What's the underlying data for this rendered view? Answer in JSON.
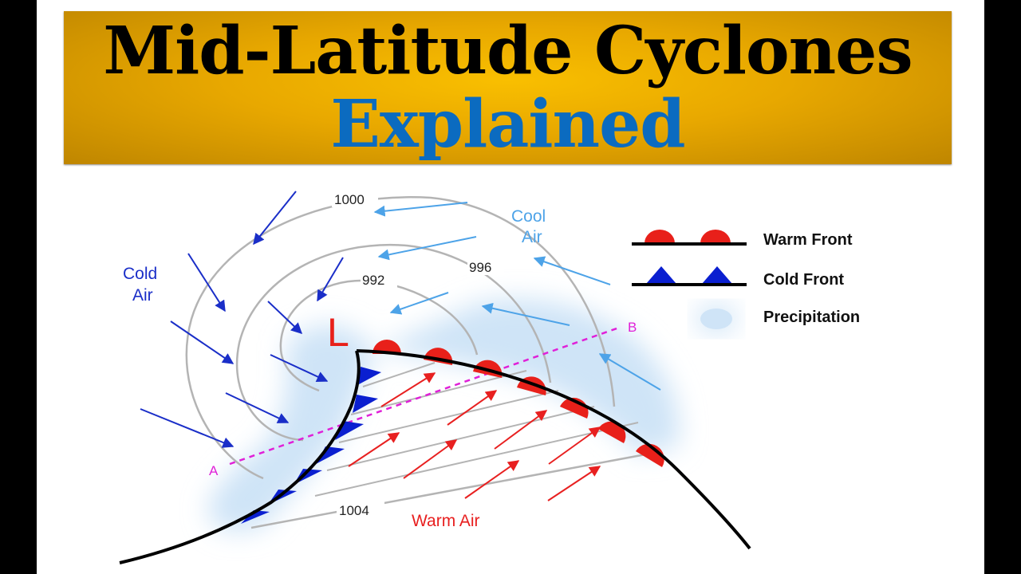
{
  "title": {
    "line1": "Mid-Latitude Cyclones",
    "line2": "Explained"
  },
  "diagram": {
    "low_symbol": "L",
    "isobars": {
      "i1000": "1000",
      "i996": "996",
      "i992": "992",
      "i1004": "1004"
    },
    "air_masses": {
      "cool_line1": "Cool",
      "cool_line2": "Air",
      "cold_line1": "Cold",
      "cold_line2": "Air",
      "warm": "Warm Air"
    },
    "cross_section": {
      "start": "A",
      "end": "B"
    },
    "legend": {
      "warm_front": "Warm Front",
      "cold_front": "Cold Front",
      "precipitation": "Precipitation"
    },
    "colors": {
      "banner": "#f4b400",
      "title_black": "#000000",
      "title_blue": "#0b6bc0",
      "warm_front": "#e8201a",
      "cold_front": "#0a1fd0",
      "cool_air_arrows": "#4da3e8",
      "cold_air_arrows": "#1a2ec8",
      "warm_air_arrows": "#e82020",
      "isobars": "#b4b4b4",
      "precipitation": "#cfe4f7",
      "cross_section": "#e020d8"
    }
  }
}
